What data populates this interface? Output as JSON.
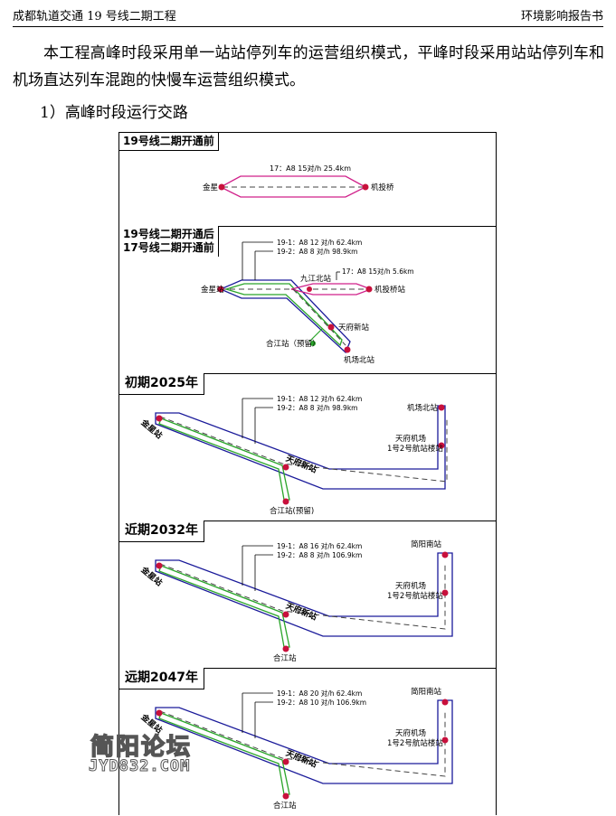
{
  "header": {
    "left": "成都轨道交通 19 号线二期工程",
    "right": "环境影响报告书"
  },
  "body": {
    "paragraph": "本工程高峰时段采用单一站站停列车的运营组织模式，平峰时段采用站站停列车和机场直达列车混跑的快慢车运营组织模式。",
    "subheading": "1）高峰时段运行交路"
  },
  "figure": {
    "panel1": {
      "title": "19号线二期开通前",
      "route": "17：A8 15对/h 25.4km",
      "stations": {
        "west": "金星",
        "east": "机投桥"
      }
    },
    "panel2": {
      "title_line1": "19号线二期开通后",
      "title_line2": "17号线二期开通前",
      "route1": "19-1：A8 12 对/h 62.4km",
      "route2": "19-2：A8  8 对/h 98.9km",
      "route17": "17：A8 15对/h 5.6km",
      "stations": {
        "west": "金星站",
        "mid": "九江北站",
        "east": "机投桥站",
        "tianfu": "天府新站",
        "hejiang": "合江站（预留）",
        "airport": "机场北站"
      }
    },
    "panel3": {
      "title": "初期2025年",
      "route1": "19-1：A8 12 对/h 62.4km",
      "route2": "19-2：A8  8 对/h 98.9km",
      "stations": {
        "west": "金星站",
        "tianfu": "天府新站",
        "hejiang": "合江站(预留)",
        "airport_north": "机场北站",
        "airport_line1": "天府机场",
        "airport_line2": "1号2号航站楼站"
      }
    },
    "panel4": {
      "title": "近期2032年",
      "route1": "19-1：A8 16 对/h 62.4km",
      "route2": "19-2：A8  8 对/h 106.9km",
      "stations": {
        "west": "金星站",
        "tianfu": "天府新站",
        "hejiang": "合江站",
        "south": "简阳南站",
        "airport_line1": "天府机场",
        "airport_line2": "1号2号航站楼站"
      }
    },
    "panel5": {
      "title": "远期2047年",
      "route1": "19-1：A8 20 对/h 62.4km",
      "route2": "19-2：A8 10 对/h 106.9km",
      "stations": {
        "west": "金星站",
        "tianfu": "天府新站",
        "hejiang": "合江站",
        "south": "简阳南站",
        "airport_line1": "天府机场",
        "airport_line2": "1号2号航站楼站"
      }
    }
  },
  "watermark": {
    "line1": "简阳论坛",
    "line2": "JYD832.COM"
  },
  "colors": {
    "magenta": "#d0208a",
    "green": "#2aa52a",
    "navy": "#1a1a9a",
    "station": "#c8103c"
  }
}
